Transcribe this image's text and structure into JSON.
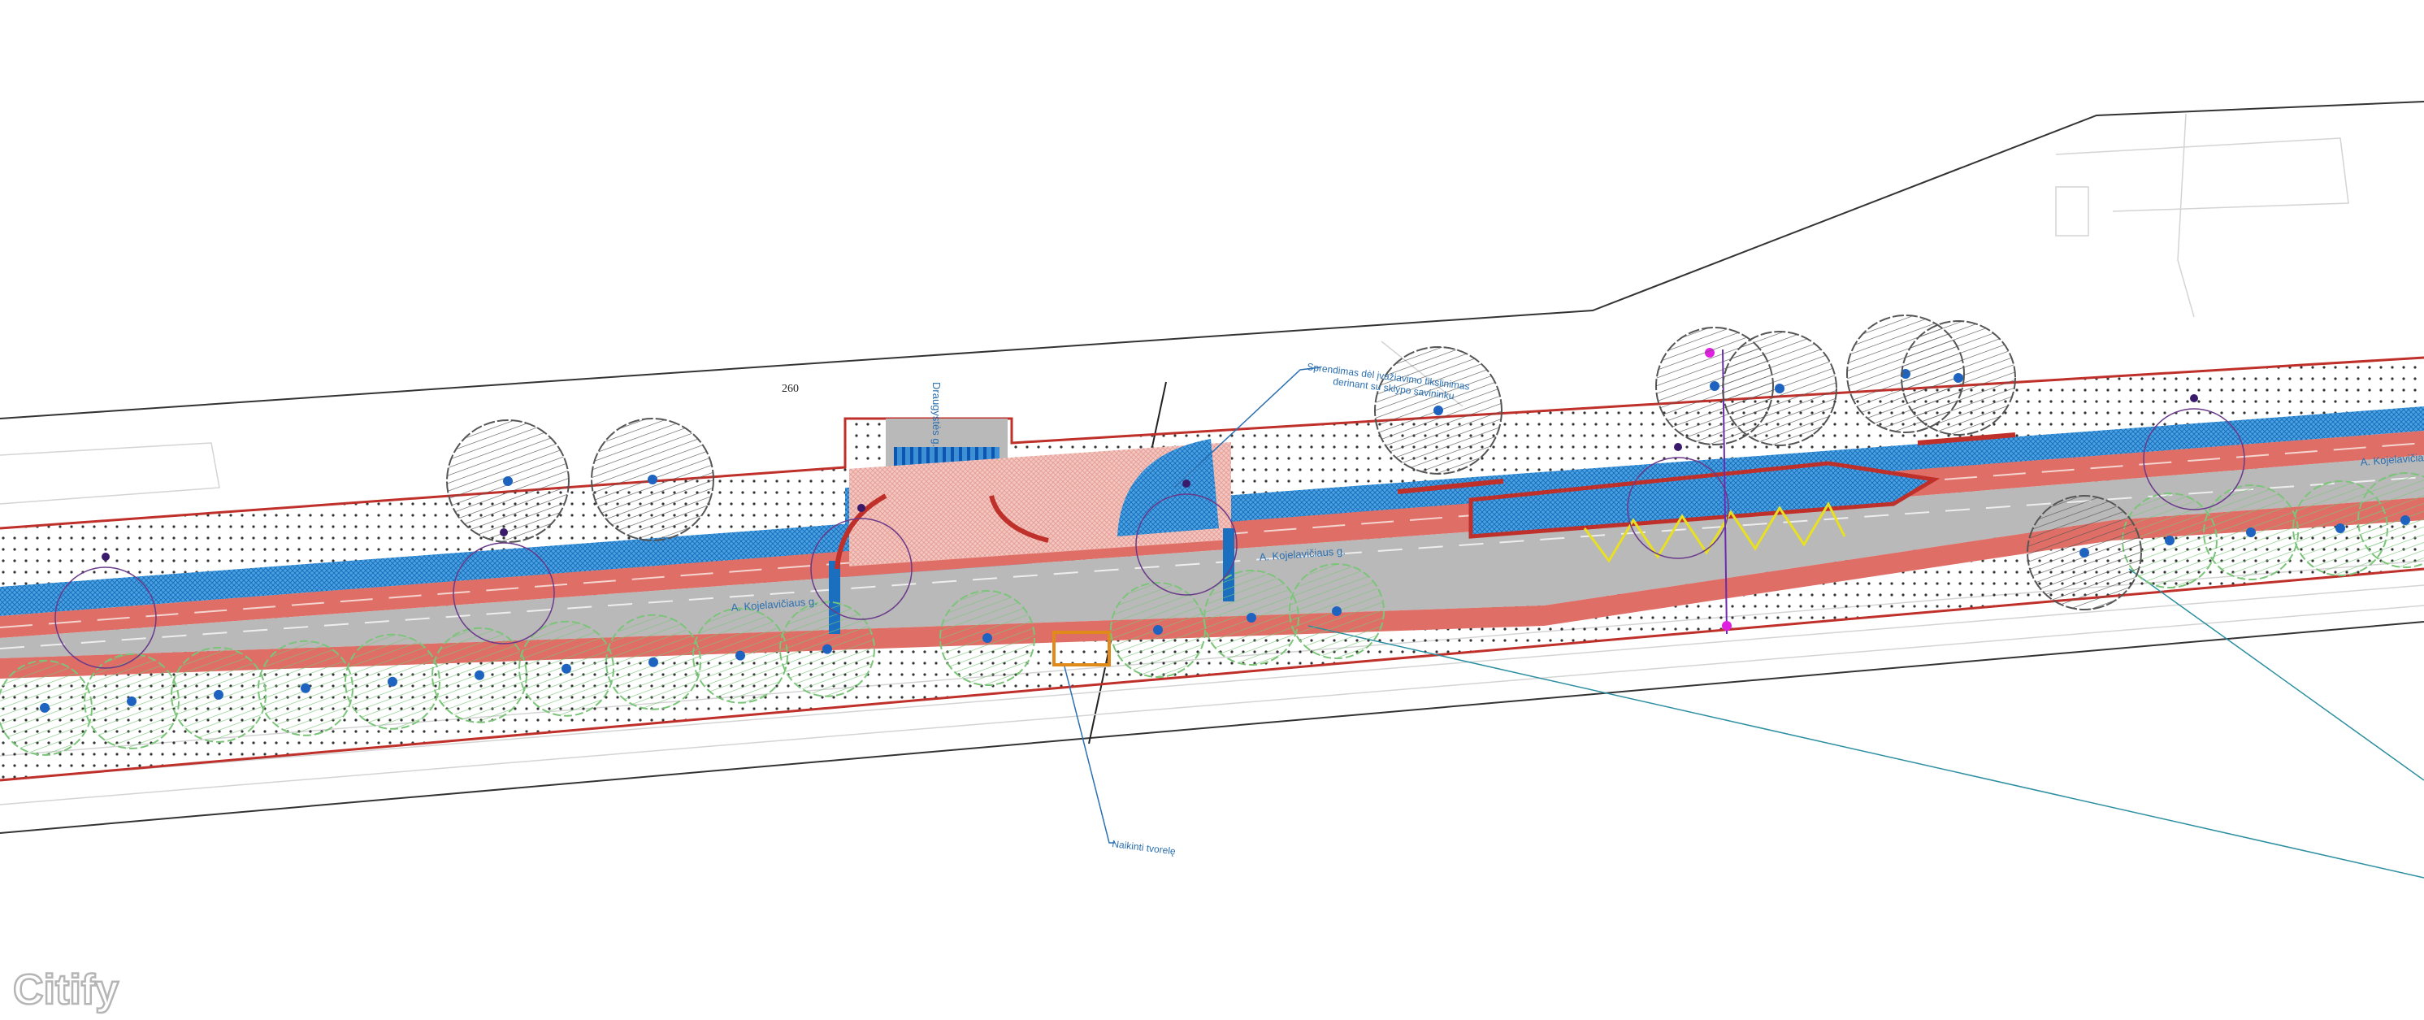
{
  "plan": {
    "parcel_number": "260",
    "street_name_1": "A. Kojelavičiaus g.",
    "street_name_2": "A. Kojelavičiaus g.",
    "street_name_3": "A. Kojelavičiaus g.",
    "side_street": "Draugystės g.",
    "note_driveway_line1": "Sprendimas dėl įvažiavimo tikslinimas",
    "note_driveway_line2": "derinant su sklypo savininku",
    "note_fence": "Naikinti tvorelę"
  },
  "logo": {
    "text": "Citify"
  },
  "colors": {
    "sidewalk": "#3d8fd6",
    "bike_lane": "#de6e66",
    "carriageway": "#b9b9b9",
    "property_line": "#c0302a",
    "greenery": "#7cc47a",
    "tree_dot": "#1e63c0",
    "marking_yellow": "#e8e020",
    "annotation": "#2b6fb0"
  }
}
